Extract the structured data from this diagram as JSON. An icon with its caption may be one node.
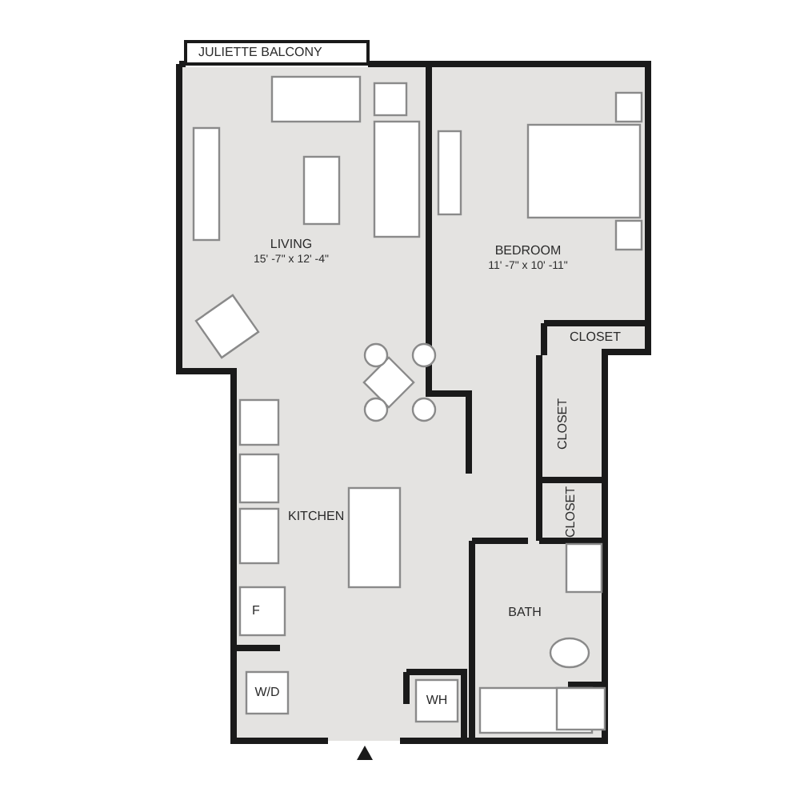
{
  "diagram": {
    "labels": [
      "JULIETTE BALCONY",
      "LIVING",
      "15' -7\" x 12' -4\"",
      "BEDROOM",
      "11' -7\" x 10' -11\"",
      "CLOSET",
      "CLOSET",
      "CLOSET",
      "KITCHEN",
      "F",
      "BATH",
      "W/D",
      "WH"
    ]
  }
}
